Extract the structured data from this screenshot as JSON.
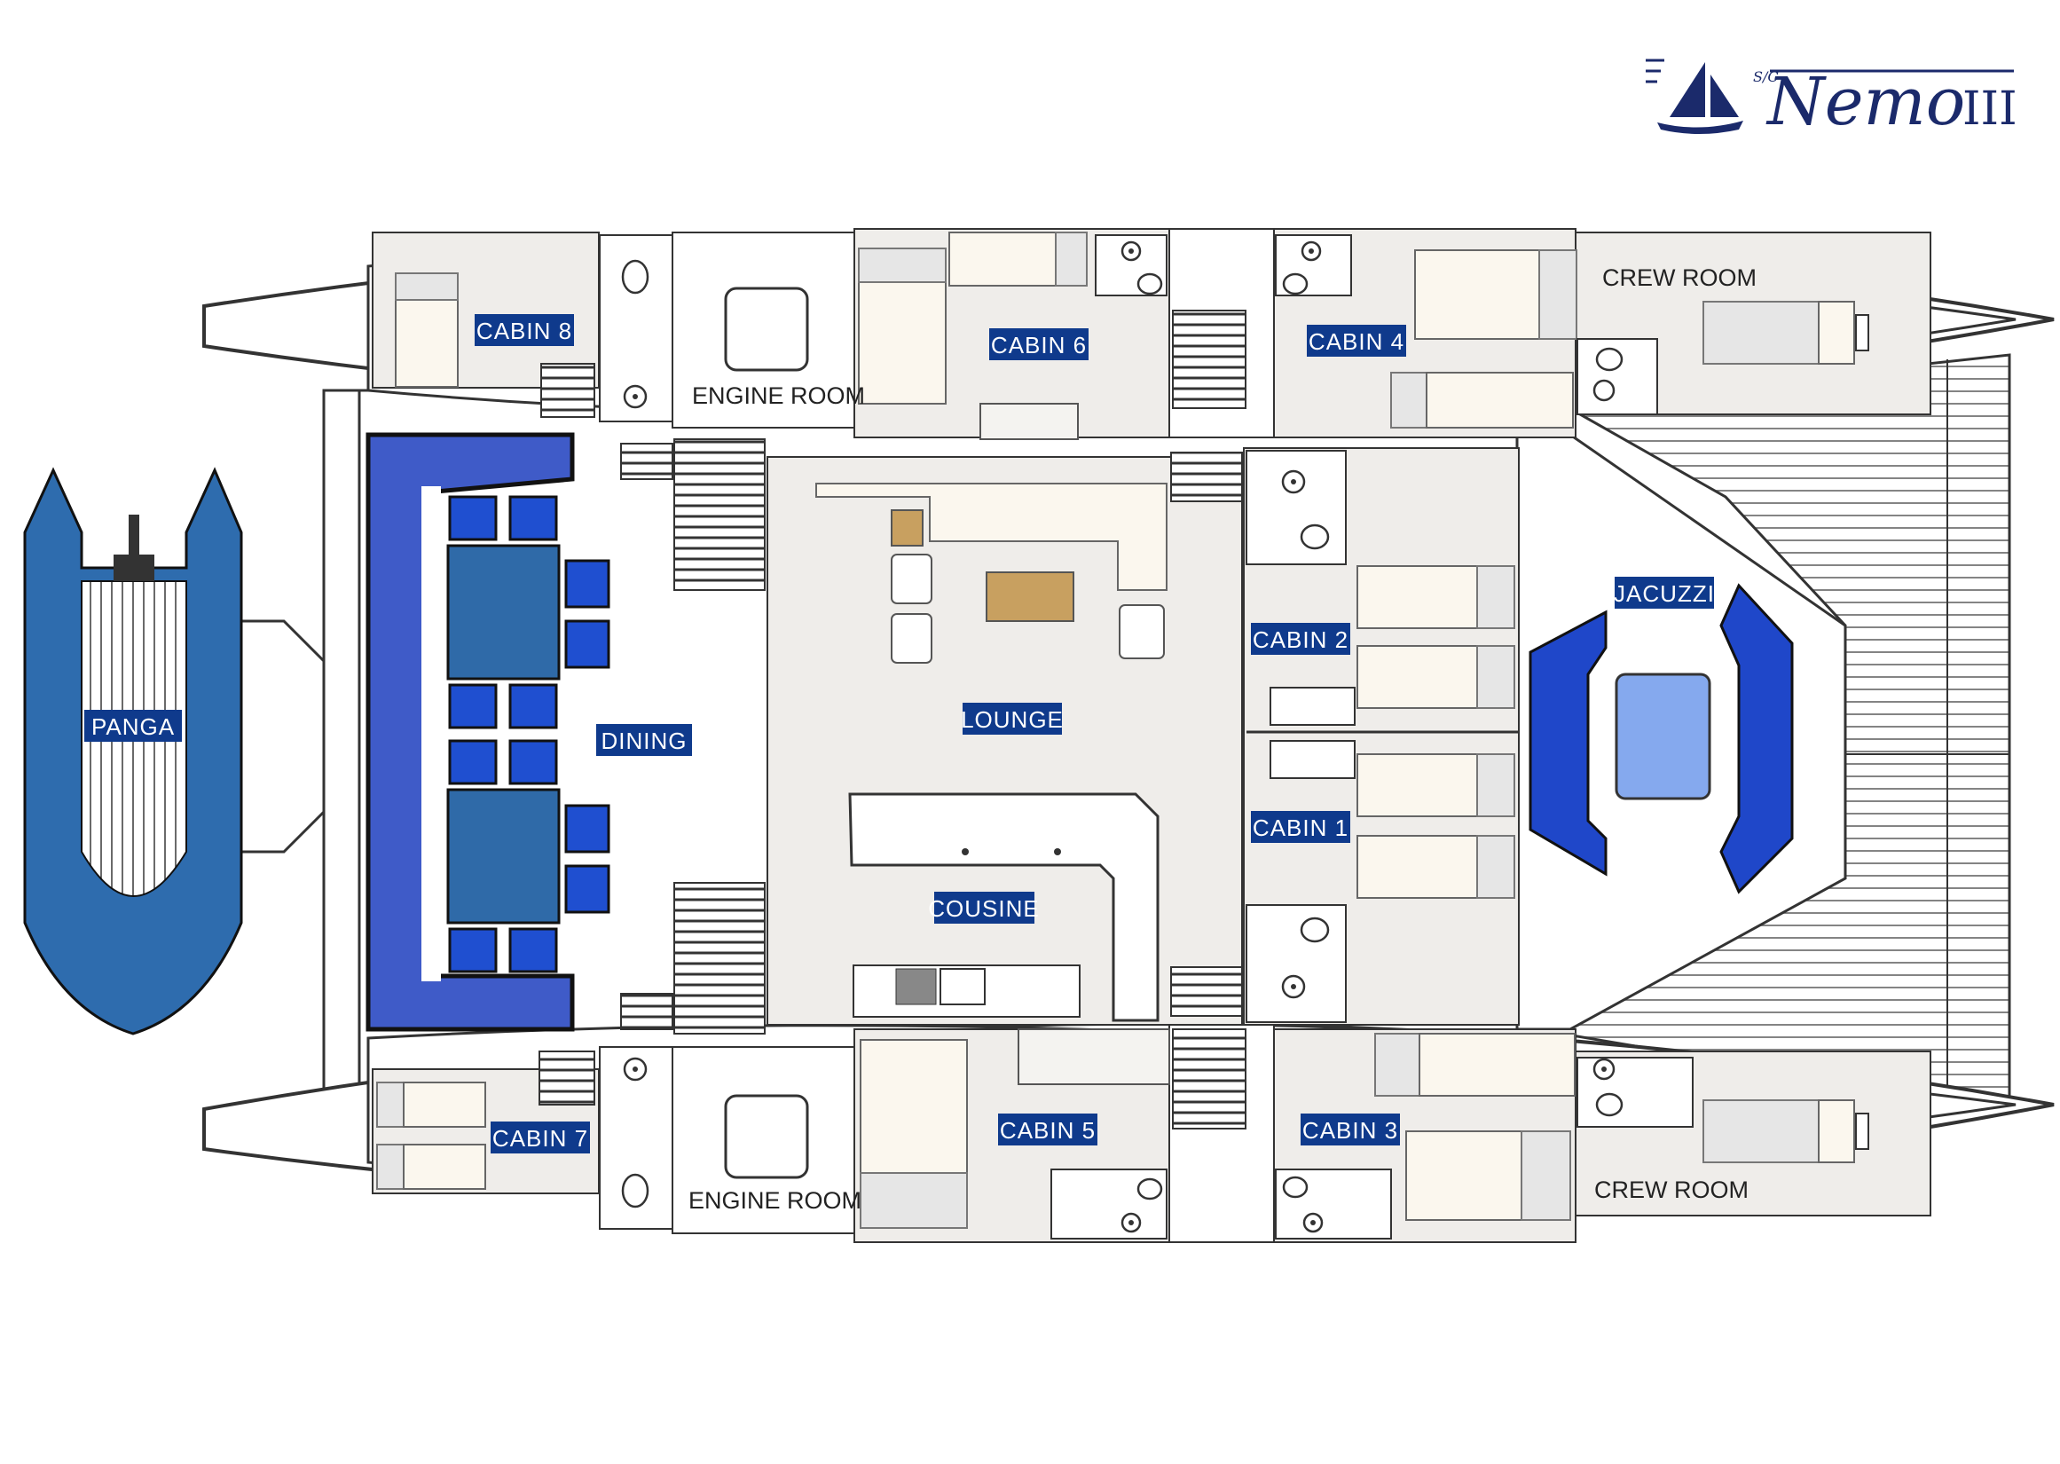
{
  "logo": {
    "prefix": "S/C",
    "name": "Nemo",
    "numeral": "III",
    "color": "#1b2a6b"
  },
  "labels": {
    "cabin8": "CABIN 8",
    "cabin6": "CABIN 6",
    "cabin4": "CABIN 4",
    "cabin2": "CABIN 2",
    "cabin1": "CABIN 1",
    "cabin7": "CABIN 7",
    "cabin5": "CABIN 5",
    "cabin3": "CABIN 3",
    "dining": "DINING",
    "lounge": "LOUNGE",
    "cousine": "COUSINE",
    "jacuzzi": "JACUZZI",
    "panga": "PANGA"
  },
  "rooms": {
    "engine_room_top": "ENGINE ROOM",
    "engine_room_bottom": "ENGINE ROOM",
    "crew_room_top": "CREW ROOM",
    "crew_room_bottom": "CREW ROOM"
  },
  "colors": {
    "label_bg": "#0f3a8c",
    "dining_bench": "#3f5bc8",
    "seat_blue": "#1f4fd0",
    "table_blue": "#2f6aa8",
    "panga_blue": "#2e6cae",
    "jacuzzi_blue": "#1f47c9",
    "jacuzzi_pool": "#85a9ee",
    "lounge_table": "#c8a060"
  }
}
